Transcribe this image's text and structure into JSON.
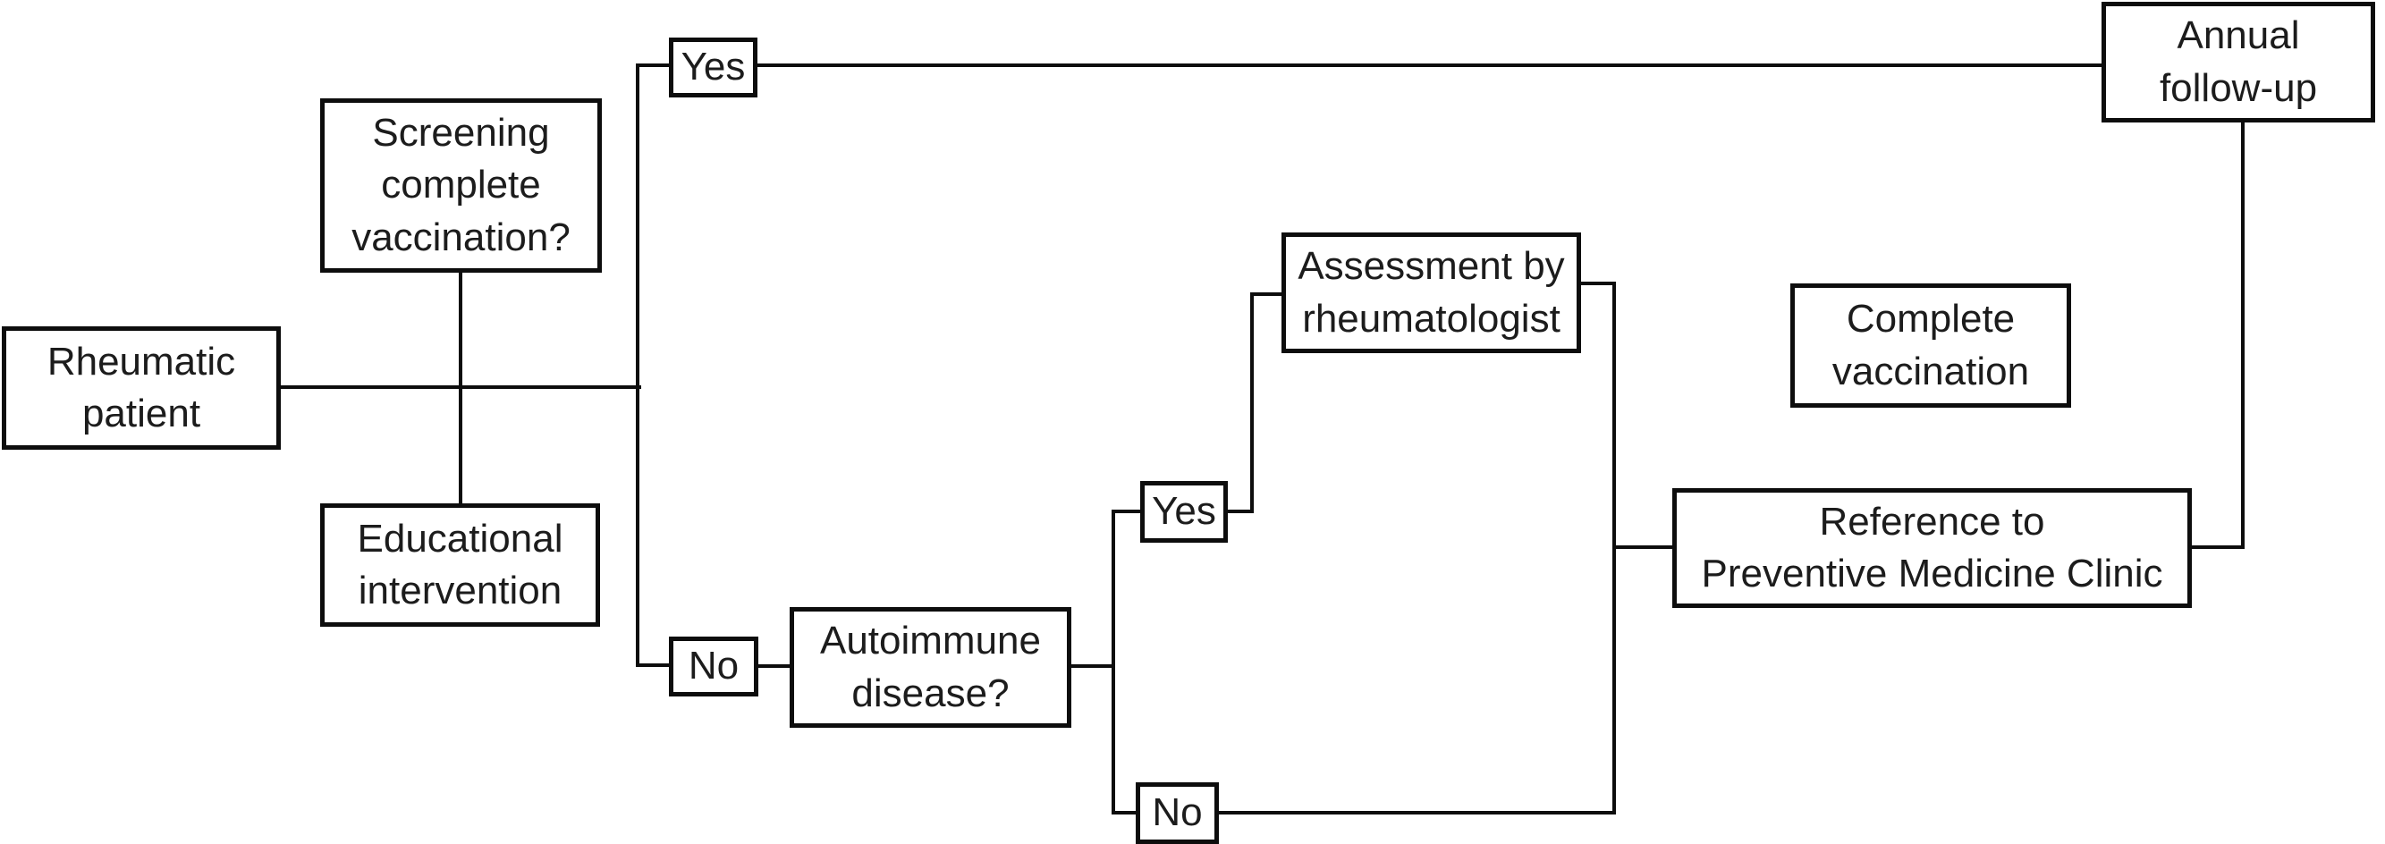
{
  "diagram": {
    "title": "Rheumatic patient vaccination screening flowchart",
    "nodes": [
      {
        "id": "rheumatic-patient",
        "label": "Rheumatic\npatient"
      },
      {
        "id": "screening-question",
        "label": "Screening\ncomplete\nvaccination?"
      },
      {
        "id": "educational-intervention",
        "label": "Educational\nintervention"
      },
      {
        "id": "yes-top",
        "label": "Yes"
      },
      {
        "id": "annual-follow-up",
        "label": "Annual\nfollow-up"
      },
      {
        "id": "assessment-rheumatologist",
        "label": "Assessment by\nrheumatologist"
      },
      {
        "id": "complete-vaccination",
        "label": "Complete\nvaccination"
      },
      {
        "id": "yes-middle",
        "label": "Yes"
      },
      {
        "id": "reference-preventive-clinic",
        "label": "Reference to\nPreventive Medicine Clinic"
      },
      {
        "id": "autoimmune-question",
        "label": "Autoimmune\ndisease?"
      },
      {
        "id": "no-left",
        "label": "No"
      },
      {
        "id": "no-bottom",
        "label": "No"
      }
    ],
    "edges": [
      {
        "from": "rheumatic-patient",
        "to": "screening-question"
      },
      {
        "from": "rheumatic-patient",
        "to": "educational-intervention"
      },
      {
        "from": "screening-question",
        "to": "annual-follow-up",
        "label": "Yes"
      },
      {
        "from": "screening-question",
        "to": "autoimmune-question",
        "label": "No"
      },
      {
        "from": "autoimmune-question",
        "to": "assessment-rheumatologist",
        "label": "Yes"
      },
      {
        "from": "autoimmune-question",
        "to": "reference-preventive-clinic",
        "label": "No"
      },
      {
        "from": "assessment-rheumatologist",
        "to": "reference-preventive-clinic"
      },
      {
        "from": "reference-preventive-clinic",
        "to": "annual-follow-up"
      }
    ]
  },
  "colors": {
    "line": "#0d0d0d",
    "text": "#1c1c1c",
    "background": "#ffffff",
    "box_fill": "#ffffff"
  }
}
